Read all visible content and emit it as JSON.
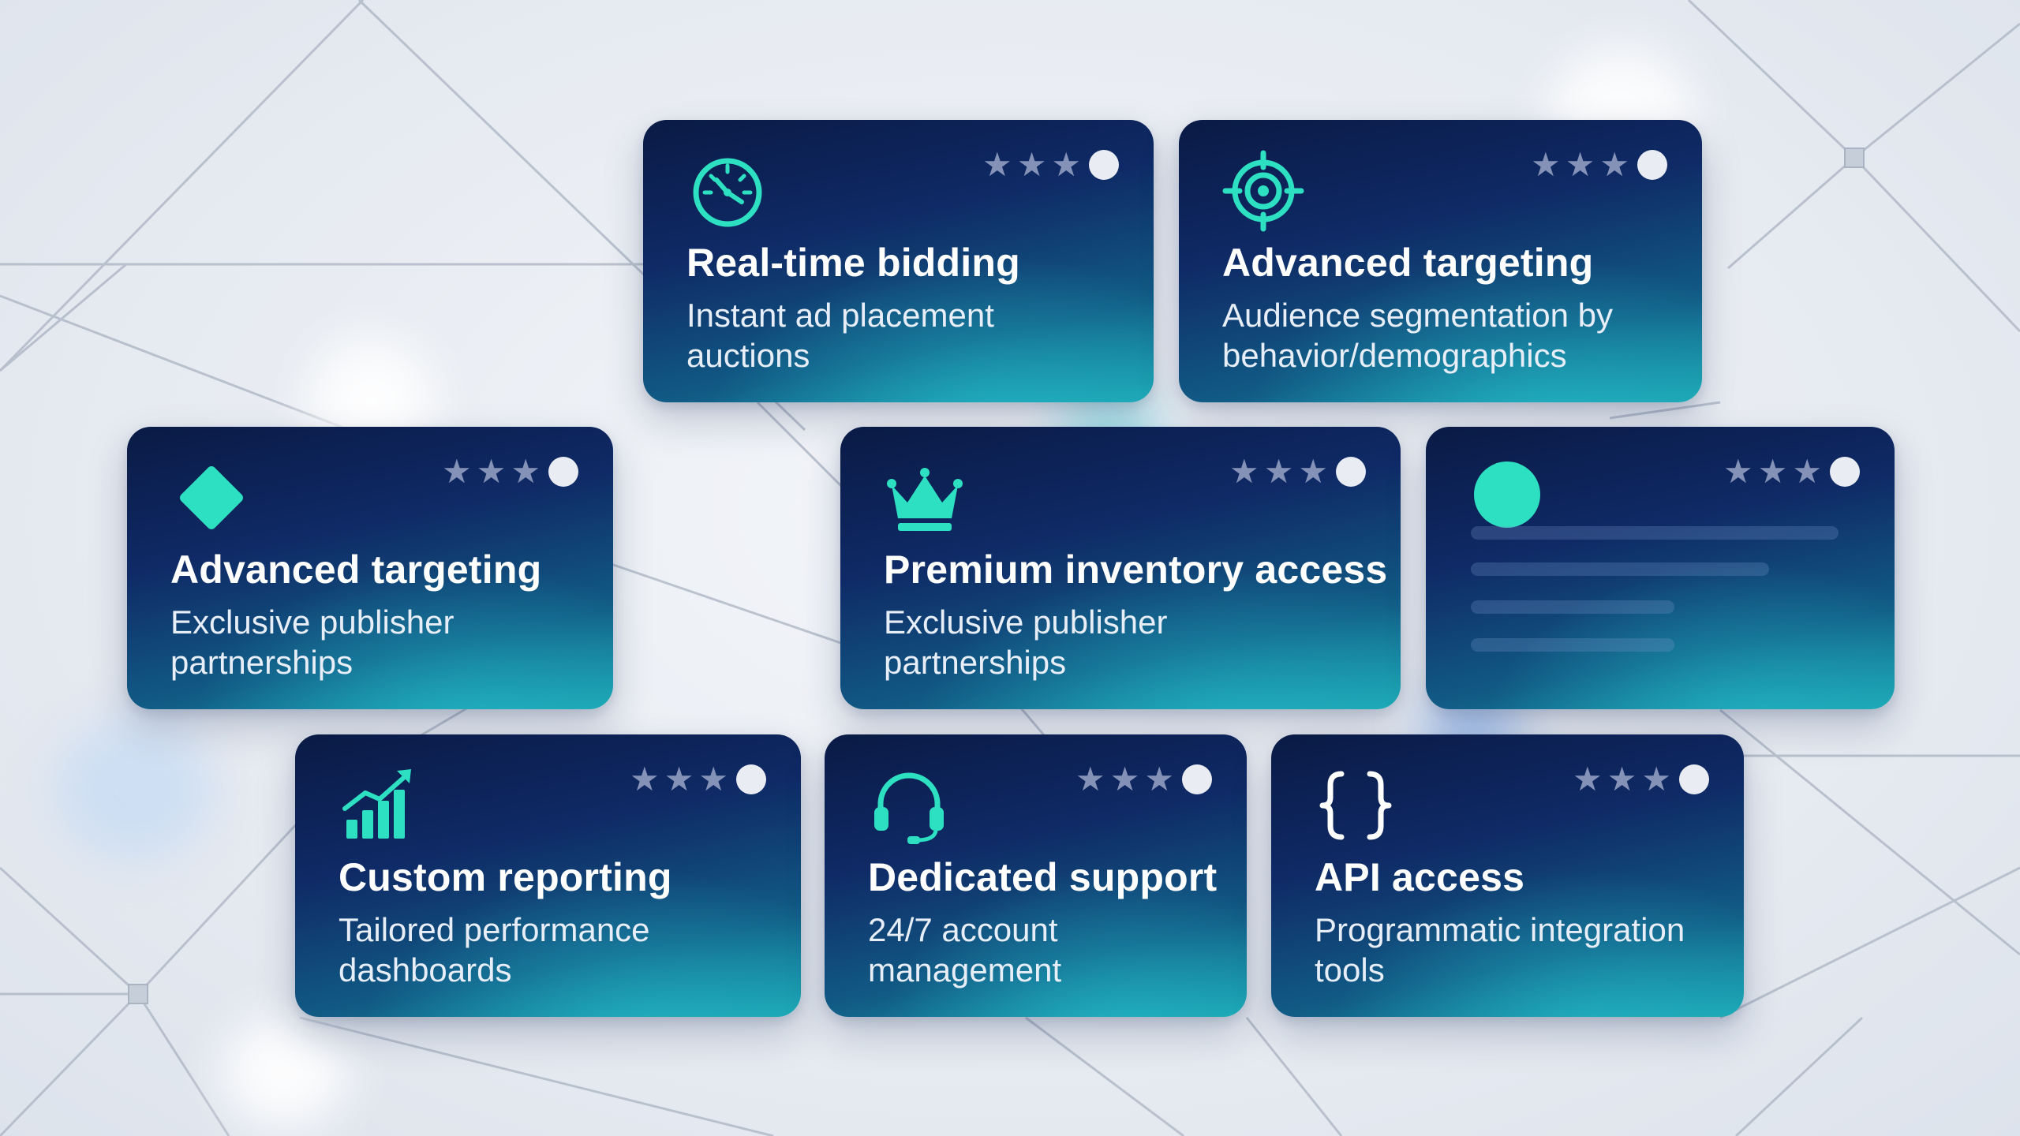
{
  "colors": {
    "accent": "#2ee0c2",
    "card_top": "#0a1a45",
    "card_bottom": "#1aa0ae",
    "star": "#8592b8",
    "rating_dot": "#e9ecf2",
    "background": "#eef1f6"
  },
  "cards": [
    {
      "icon": "speedometer-icon",
      "title": "Real-time bidding",
      "description": "Instant ad placement\nauctions",
      "rating": 3
    },
    {
      "icon": "target-icon",
      "title": "Advanced targeting",
      "description": "Audience segmentation by\nbehavior/demographics",
      "rating": 3
    },
    {
      "icon": "diamond-icon",
      "title": "Advanced targeting",
      "description": "Exclusive publisher\npartnerships",
      "rating": 3
    },
    {
      "icon": "crown-icon",
      "title": "Premium inventory access",
      "description": "Exclusive publisher\npartnerships",
      "rating": 3
    },
    {
      "icon": "circle-icon",
      "title": "",
      "description": "",
      "rating": 3,
      "placeholder": true
    },
    {
      "icon": "growth-chart-icon",
      "title": "Custom reporting",
      "description": "Tailored performance\ndashboards",
      "rating": 3
    },
    {
      "icon": "headset-icon",
      "title": "Dedicated support",
      "description": "24/7 account\nmanagement",
      "rating": 3
    },
    {
      "icon": "code-braces-icon",
      "title": "API access",
      "description": "Programmatic integration\ntools",
      "rating": 3
    }
  ]
}
